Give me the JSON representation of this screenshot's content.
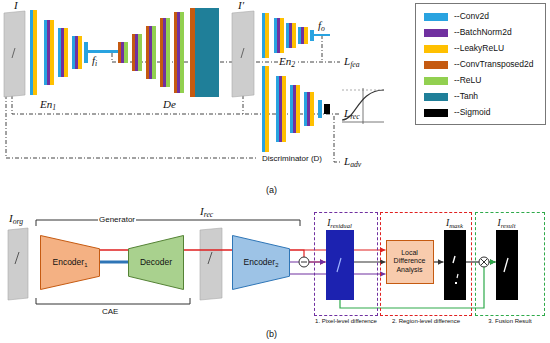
{
  "diagram": {
    "nodes": [
      {
        "text": [
          "Encoder1"
        ]
      },
      {
        "text": [
          "Decoder"
        ]
      },
      {
        "text": [
          "Encoder2"
        ]
      },
      {
        "text": [
          "1. Pixel-level difference"
        ]
      },
      {
        "text": [
          "Iresidual"
        ],
        "in": 3
      },
      {
        "text": [
          "2. Region-level difference"
        ]
      },
      {
        "text": [
          "Local Difference Analysis"
        ],
        "in": 5
      },
      {
        "text": [
          "Imask"
        ],
        "in": 5
      },
      {
        "text": [
          "3. Fusion Result"
        ]
      },
      {
        "text": [
          "Iresult"
        ],
        "in": 8
      }
    ],
    "edges": [
      {
        "from": 0,
        "to": 1,
        "arrow": "none"
      },
      {
        "from": 0,
        "to": 4,
        "arrow": "to"
      },
      {
        "from": 2,
        "to": 4,
        "arrow": "to"
      },
      {
        "from": 0,
        "to": 6,
        "arrow": "to"
      },
      {
        "from": 2,
        "to": 6,
        "arrow": "to"
      },
      {
        "from": 4,
        "to": 6,
        "arrow": "to"
      },
      {
        "from": 6,
        "to": 7,
        "arrow": "to"
      },
      {
        "from": 7,
        "to": 9,
        "arrow": "to"
      },
      {
        "from": 4,
        "to": 9,
        "arrow": "to"
      }
    ],
    "labels": [
      "I",
      "En1",
      "fi",
      "De",
      "I′",
      "En2",
      "fo",
      "Lfea",
      "Lrec",
      "Discriminator (D)",
      "Ladv",
      "(a)",
      "Iorg",
      "Generator",
      "Irec",
      "CAE",
      "(b)"
    ],
    "legend": [
      {
        "text": "--Conv2d",
        "color": "#29a3e0"
      },
      {
        "text": "--BatchNorm2d",
        "color": "#7030a0"
      },
      {
        "text": "--LeakyReLU",
        "color": "#ffc000"
      },
      {
        "text": "--ConvTransposed2d",
        "color": "#c55a11"
      },
      {
        "text": "--ReLU",
        "color": "#92d050"
      },
      {
        "text": "--Tanh",
        "color": "#1f7f99"
      },
      {
        "text": "--Sigmoid",
        "color": "#000000"
      }
    ]
  }
}
